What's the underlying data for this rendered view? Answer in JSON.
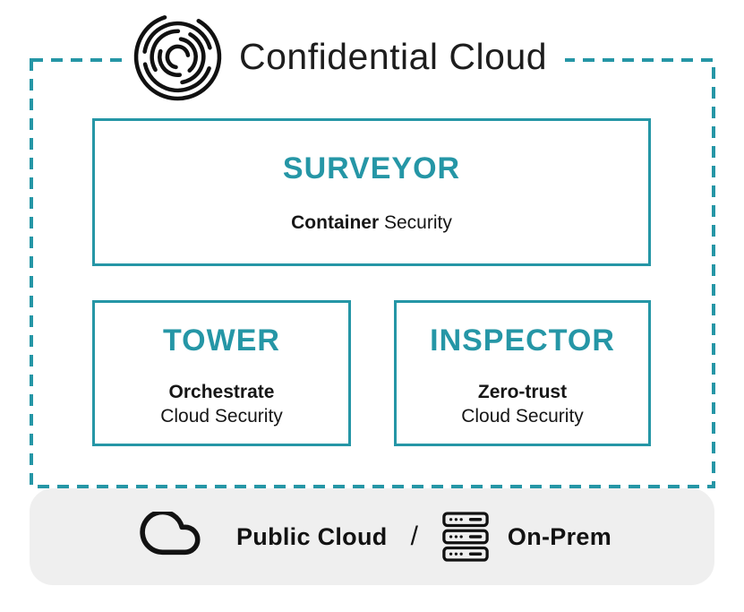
{
  "colors": {
    "teal": "#2596a6",
    "ink": "#1d1d1d",
    "panel_gray": "#efefef"
  },
  "header": {
    "title": "Confidential Cloud",
    "logo_icon": "maze-logo-icon"
  },
  "boxes": {
    "surveyor": {
      "title": "SURVEYOR",
      "sub_bold": "Container",
      "sub_regular": "Security"
    },
    "tower": {
      "title": "TOWER",
      "sub_bold": "Orchestrate",
      "sub_regular": "Cloud Security"
    },
    "inspector": {
      "title": "INSPECTOR",
      "sub_bold": "Zero-trust",
      "sub_regular": "Cloud Security"
    }
  },
  "footer": {
    "public_cloud_label": "Public Cloud",
    "separator": "/",
    "on_prem_label": "On-Prem",
    "cloud_icon": "cloud-icon",
    "server_icon": "server-stack-icon"
  }
}
